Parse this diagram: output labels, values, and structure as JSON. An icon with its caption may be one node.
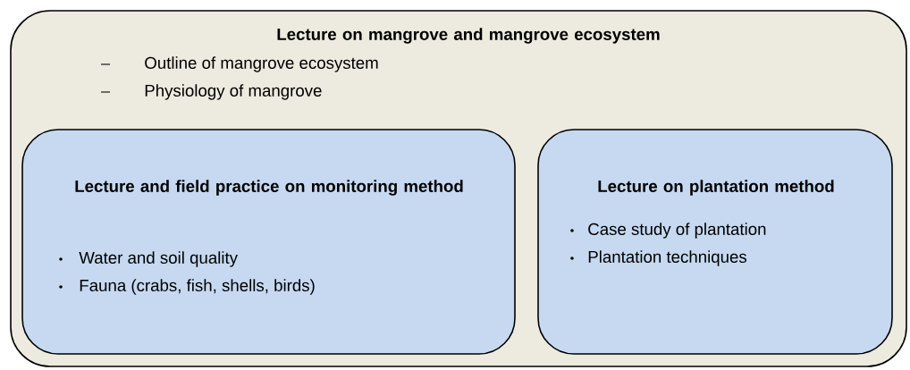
{
  "diagram": {
    "nodes": [
      {
        "text": [
          "Lecture on mangrove and mangrove ecosystem",
          "Outline of mangrove ecosystem",
          "Physiology of mangrove"
        ]
      },
      {
        "text": [
          "Lecture and field practice on monitoring method",
          "Water and soil quality",
          "Fauna (crabs, fish, shells, birds)"
        ],
        "in": 0
      },
      {
        "text": [
          "Lecture on plantation method",
          "Case study of plantation",
          "Plantation techniques"
        ],
        "in": 0
      }
    ]
  }
}
